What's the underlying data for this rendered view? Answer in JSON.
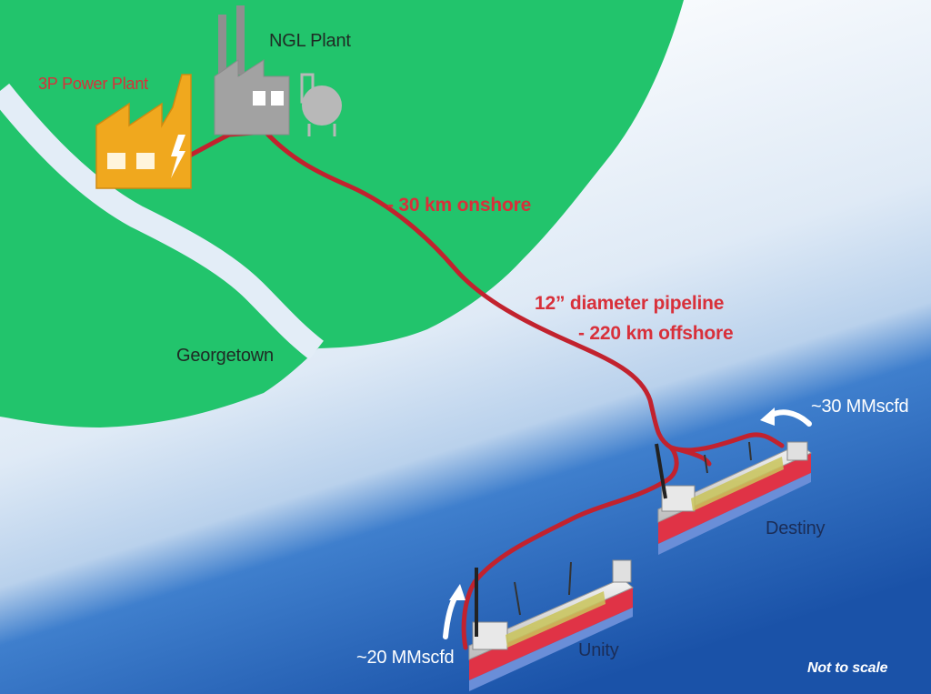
{
  "labels": {
    "ngl_plant": "NGL Plant",
    "power_plant": "3P Power Plant",
    "onshore": "- 30 km onshore",
    "pipeline_diameter": "12” diameter pipeline",
    "offshore": "- 220 km offshore",
    "georgetown": "Georgetown",
    "destiny_flow": "~30 MMscfd",
    "destiny": "Destiny",
    "unity": "Unity",
    "unity_flow": "~20 MMscfd",
    "scale_note": "Not to scale"
  },
  "colors": {
    "land": "#22c46c",
    "sea_light": "#dbe9f7",
    "sea_deep": "#1c5bb3",
    "pipeline": "#c2222e",
    "label_red": "#d8303a",
    "power_plant": "#f0a81e",
    "ngl_plant": "#9c9c9c"
  },
  "icons": {
    "power_plant": "factory-icon",
    "ngl_plant": "factory-with-tank-icon",
    "vessel": "fpso-ship-icon",
    "flow_arrow": "curved-arrow-icon"
  }
}
